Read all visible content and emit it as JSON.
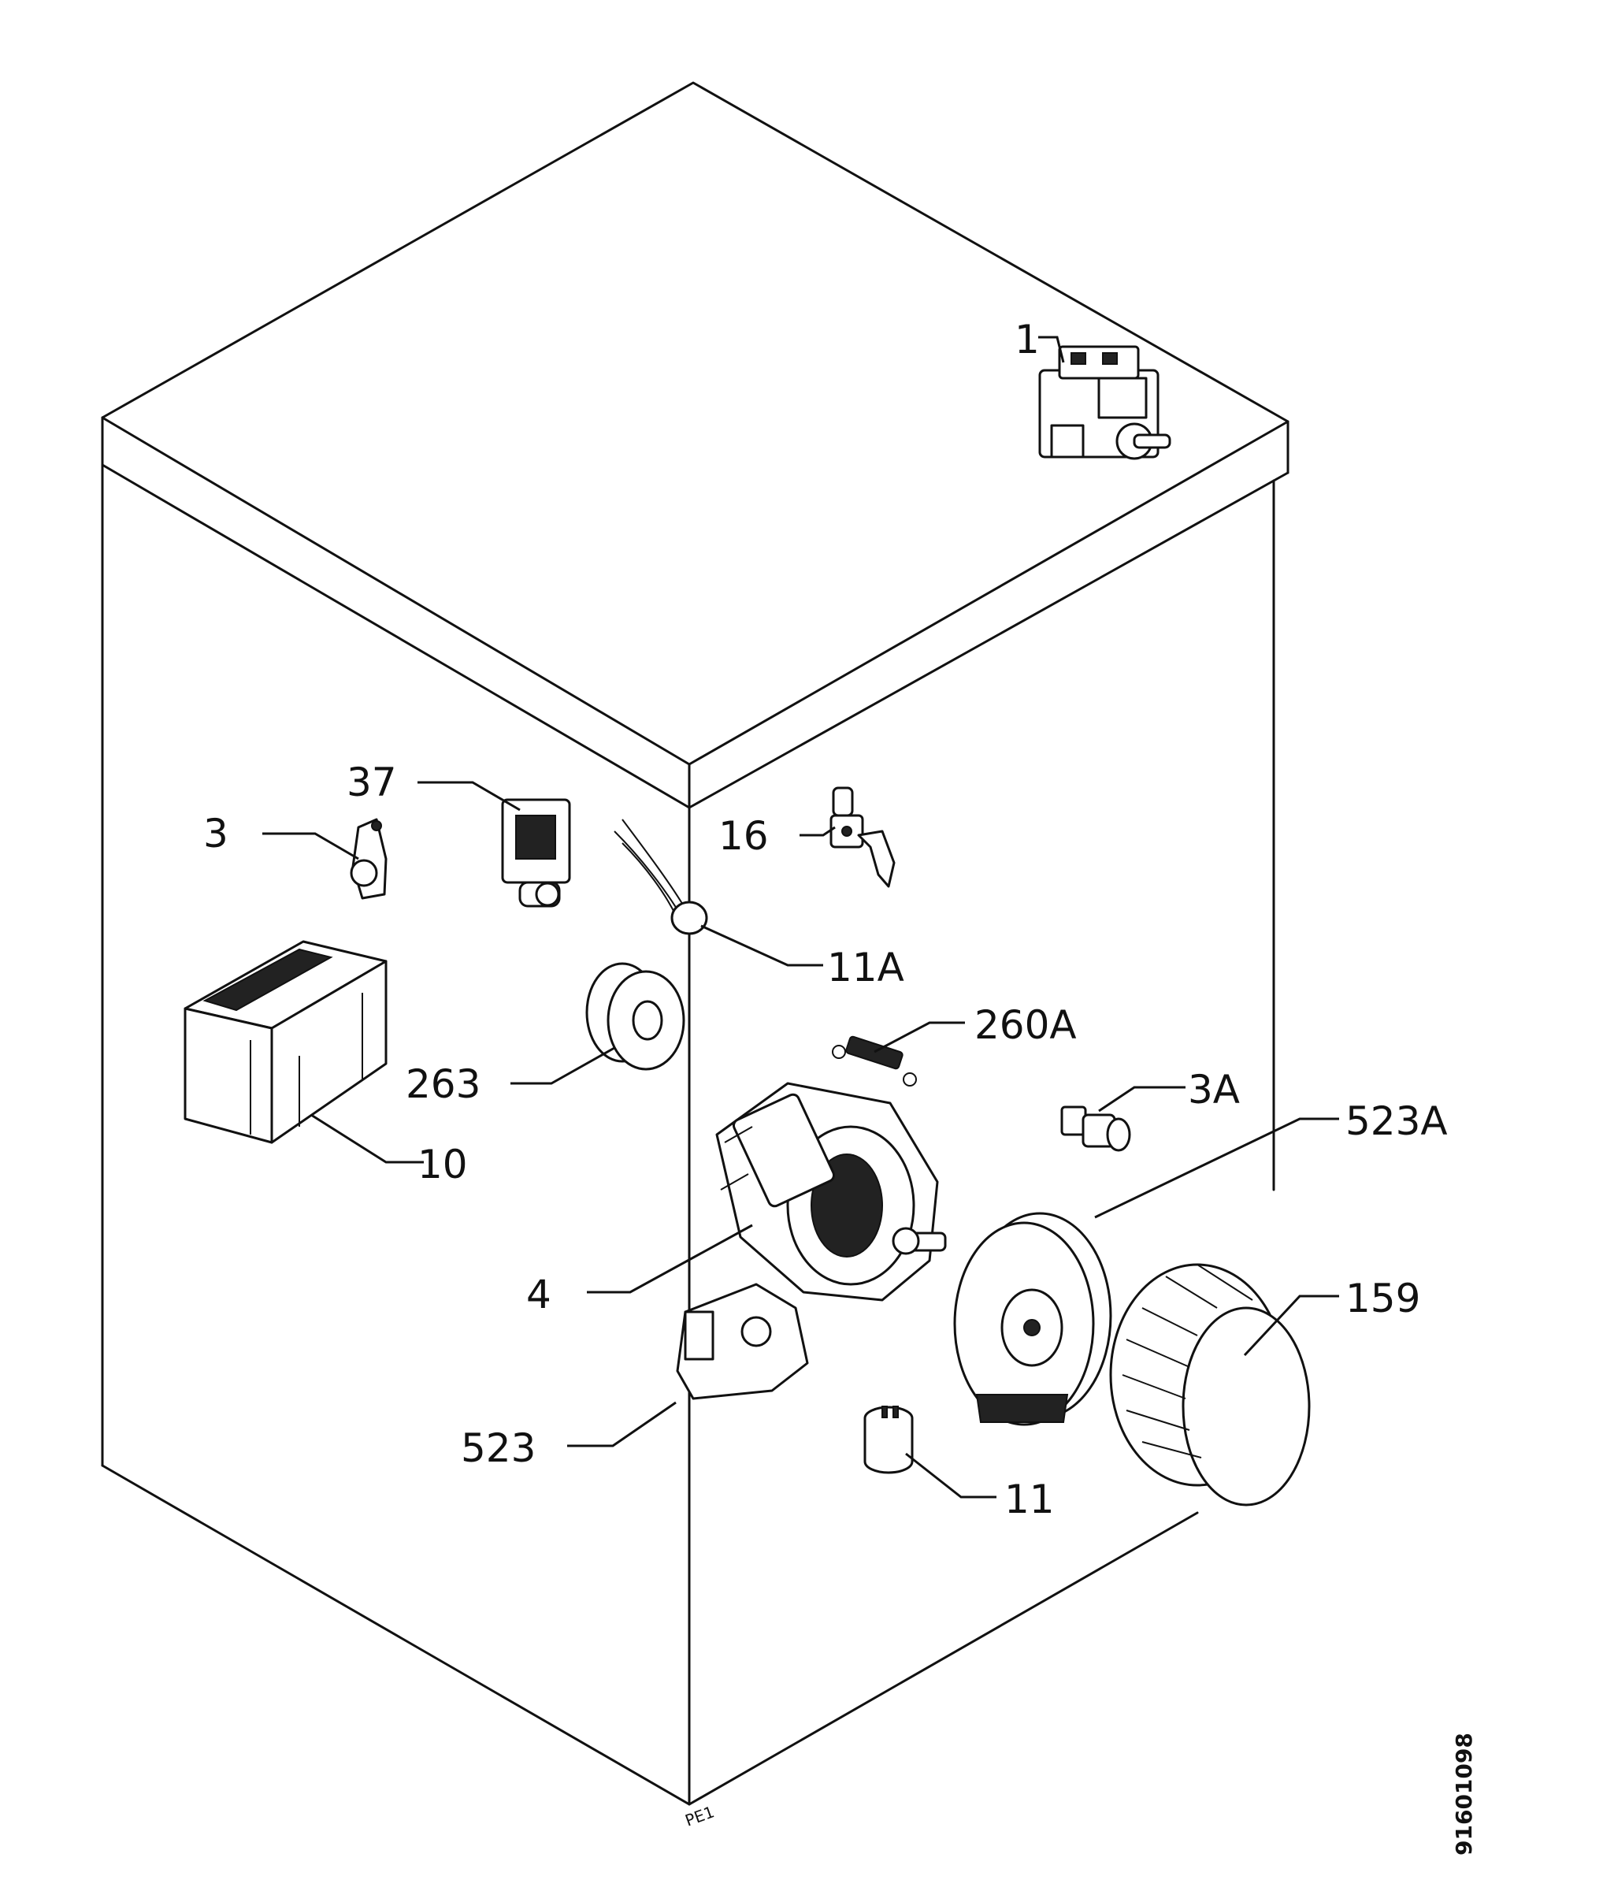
{
  "diagram": {
    "callouts": {
      "c1": "1",
      "c3": "3",
      "c3a": "3A",
      "c4": "4",
      "c10": "10",
      "c11": "11",
      "c11a": "11A",
      "c16": "16",
      "c37": "37",
      "c159": "159",
      "c260a": "260A",
      "c263": "263",
      "c523": "523",
      "c523a": "523A"
    },
    "drawing_number": "91601098",
    "corner_mark": "PE1"
  }
}
